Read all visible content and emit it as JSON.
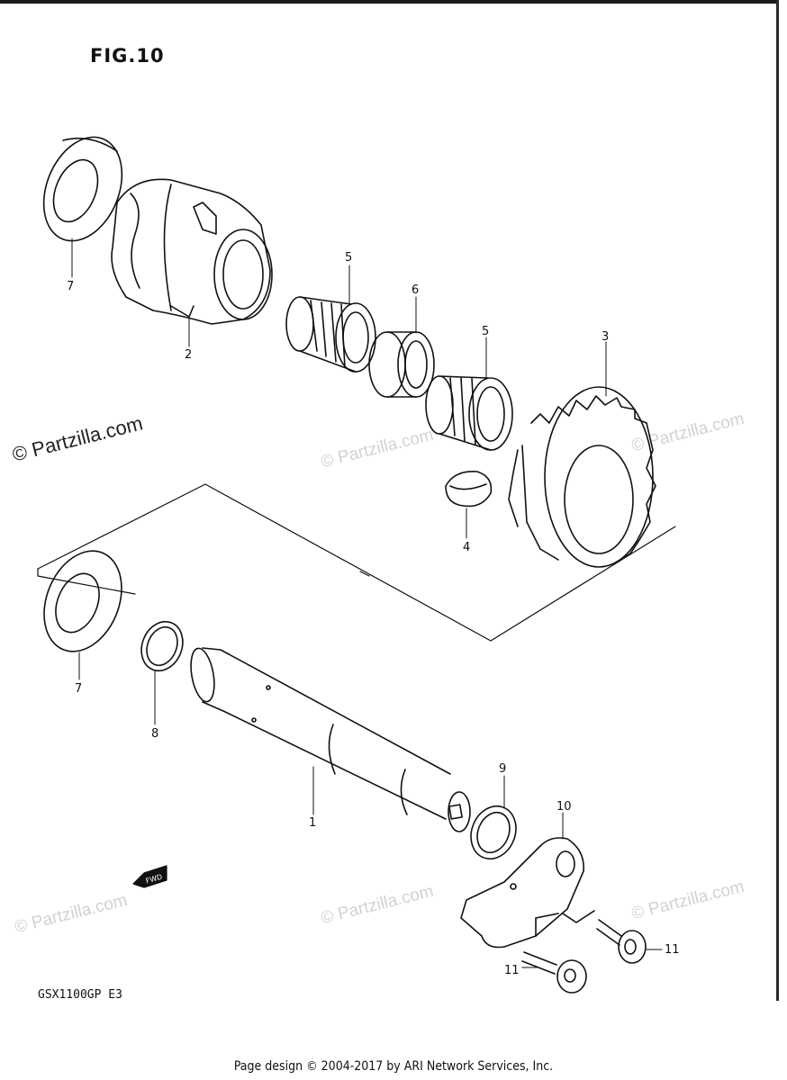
{
  "figure": {
    "title": "FIG.10"
  },
  "model_code": "GSX1100GP  E3",
  "fwd_arrow_label": "FWD",
  "watermark": {
    "primary": "© Partzilla.com",
    "faint": "© Partzilla.com"
  },
  "footer": "Page design © 2004-2017 by ARI Network Services, Inc.",
  "callouts": {
    "c1": "1",
    "c2": "2",
    "c3": "3",
    "c4": "4",
    "c5a": "5",
    "c5b": "5",
    "c6": "6",
    "c7a": "7",
    "c7b": "7",
    "c8": "8",
    "c9": "9",
    "c10": "10",
    "c11a": "11",
    "c11b": "11"
  }
}
